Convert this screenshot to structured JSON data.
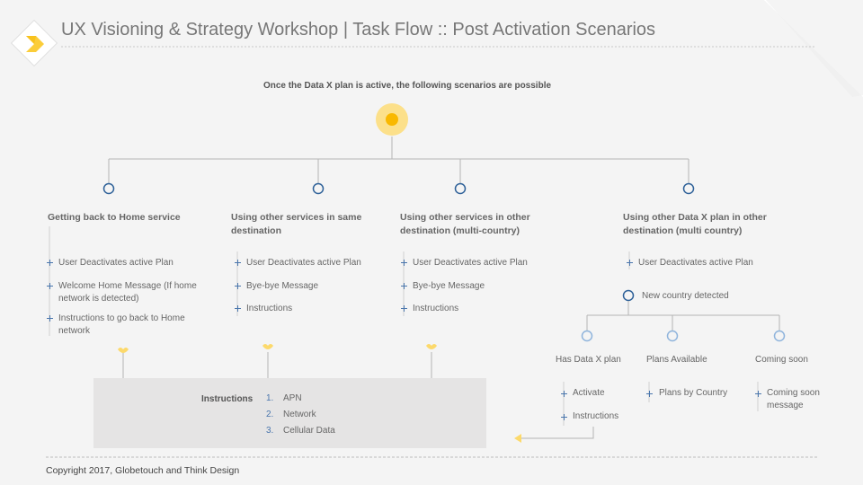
{
  "title": "UX Visioning & Strategy Workshop | Task Flow :: Post Activation Scenarios",
  "subtitle": "Once the  Data X plan is active, the following scenarios are possible",
  "columns": [
    {
      "heading": "Getting back to Home service",
      "items": [
        "User Deactivates active Plan",
        "Welcome Home Message (If home network is detected)",
        "Instructions to go back to Home network"
      ]
    },
    {
      "heading": "Using other services in same destination",
      "items": [
        "User Deactivates active Plan",
        "Bye-bye Message",
        "Instructions"
      ]
    },
    {
      "heading": "Using other services in other destination (multi-country)",
      "items": [
        "User Deactivates active Plan",
        "Bye-bye Message",
        "Instructions"
      ]
    },
    {
      "heading": "Using other Data X plan in other destination (multi country)",
      "items": [
        "User Deactivates active Plan"
      ],
      "branch_label": "New country detected",
      "sub_branches": [
        {
          "heading": "Has Data X plan",
          "items": [
            "Activate",
            "Instructions"
          ]
        },
        {
          "heading": "Plans Available",
          "items": [
            "Plans by Country"
          ]
        },
        {
          "heading": "Coming soon",
          "items": [
            "Coming soon message"
          ]
        }
      ]
    }
  ],
  "instructions": {
    "label": "Instructions",
    "steps": [
      {
        "num": "1.",
        "text": "APN"
      },
      {
        "num": "2.",
        "text": "Network"
      },
      {
        "num": "3.",
        "text": "Cellular Data"
      }
    ]
  },
  "footer": "Copyright 2017, Globetouch and Think Design",
  "colors": {
    "accent": "#fdd835",
    "accent_light": "#fce08a",
    "node_stroke": "#2d6098",
    "node_stroke_light": "#8fb4dc",
    "line": "#b5b5b5"
  }
}
